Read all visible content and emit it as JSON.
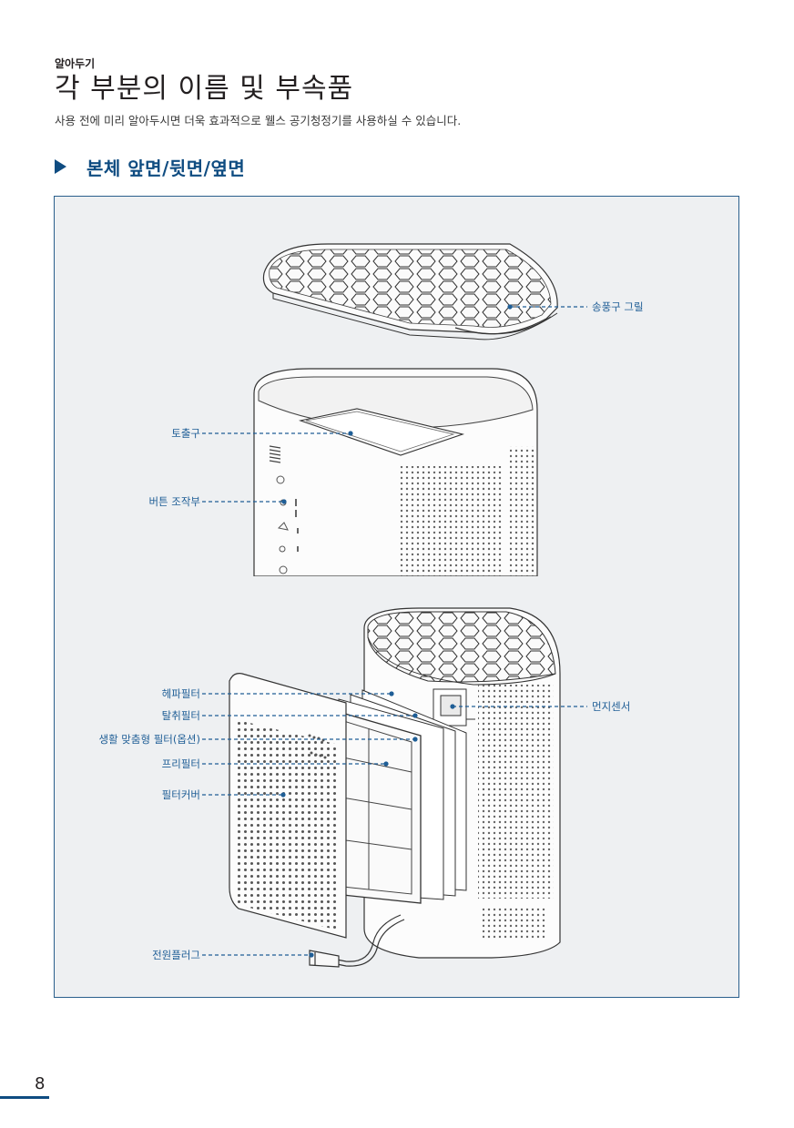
{
  "header": {
    "eyebrow": "알아두기",
    "title": "각 부분의 이름 및 부속품",
    "subtitle": "사용 전에 미리 알아두시면 더욱 효과적으로 웰스 공기청정기를 사용하실 수 있습니다."
  },
  "section": {
    "title": "본체 앞면/뒷면/옆면"
  },
  "labels": {
    "grille": "송풍구 그릴",
    "outlet": "토출구",
    "buttons": "버튼 조작부",
    "hepa": "헤파필터",
    "deodor": "탈취필터",
    "custom": "생활 맞춤형 필터(옵션)",
    "prefilter": "프리필터",
    "cover": "필터커버",
    "dust": "먼지센서",
    "plug": "전원플러그"
  },
  "colors": {
    "accent": "#0f4c81",
    "label": "#1f5e96",
    "panel_bg": "#eef0f2"
  },
  "page": {
    "number": "8"
  }
}
